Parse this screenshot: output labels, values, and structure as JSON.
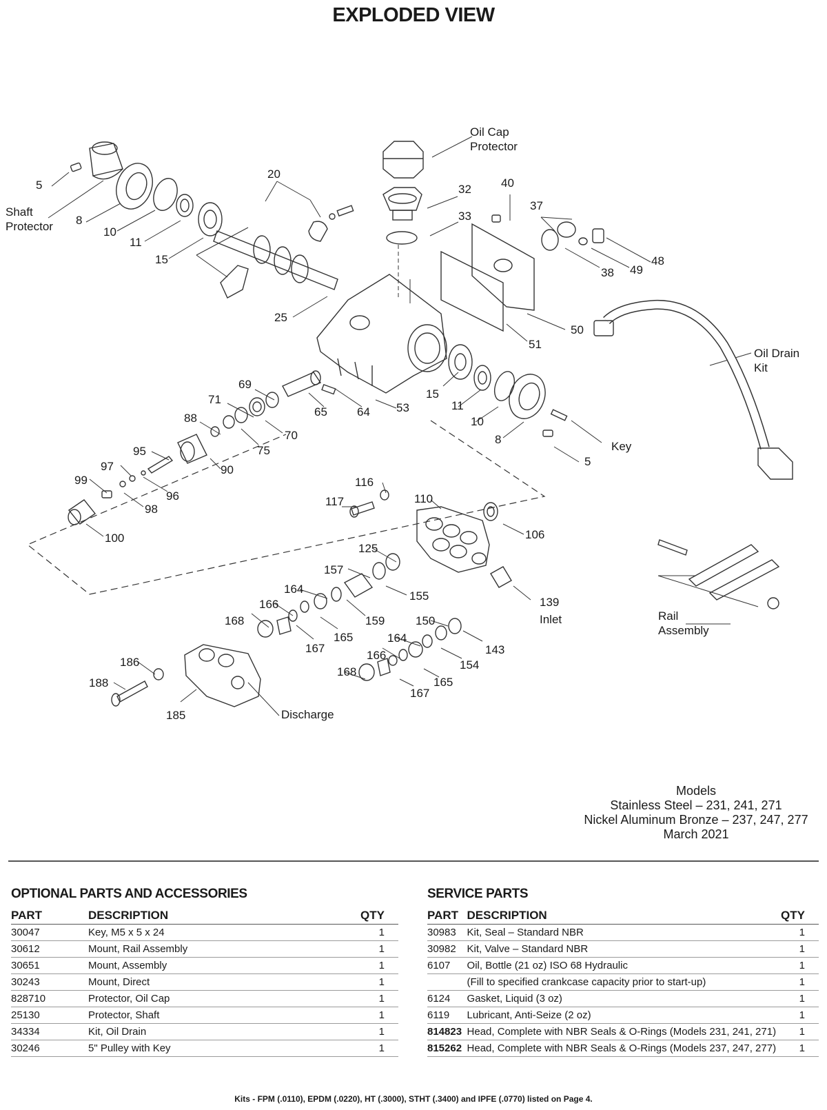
{
  "title": "EXPLODED VIEW",
  "callouts": [
    {
      "id": "5a",
      "text": "5"
    },
    {
      "id": "shaft-protector-1",
      "text": "Shaft"
    },
    {
      "id": "shaft-protector-2",
      "text": "Protector"
    },
    {
      "id": "8a",
      "text": "8"
    },
    {
      "id": "10a",
      "text": "10"
    },
    {
      "id": "11a",
      "text": "11"
    },
    {
      "id": "15a",
      "text": "15"
    },
    {
      "id": "20",
      "text": "20"
    },
    {
      "id": "25",
      "text": "25"
    },
    {
      "id": "oil-cap-1",
      "text": "Oil Cap"
    },
    {
      "id": "oil-cap-2",
      "text": "Protector"
    },
    {
      "id": "32",
      "text": "32"
    },
    {
      "id": "33",
      "text": "33"
    },
    {
      "id": "40",
      "text": "40"
    },
    {
      "id": "37",
      "text": "37"
    },
    {
      "id": "38",
      "text": "38"
    },
    {
      "id": "49",
      "text": "49"
    },
    {
      "id": "48",
      "text": "48"
    },
    {
      "id": "50",
      "text": "50"
    },
    {
      "id": "51",
      "text": "51"
    },
    {
      "id": "oil-drain-1",
      "text": "Oil Drain"
    },
    {
      "id": "oil-drain-2",
      "text": "Kit"
    },
    {
      "id": "69",
      "text": "69"
    },
    {
      "id": "71",
      "text": "71"
    },
    {
      "id": "65",
      "text": "65"
    },
    {
      "id": "64",
      "text": "64"
    },
    {
      "id": "53",
      "text": "53"
    },
    {
      "id": "15b",
      "text": "15"
    },
    {
      "id": "11b",
      "text": "11"
    },
    {
      "id": "10b",
      "text": "10"
    },
    {
      "id": "8b",
      "text": "8"
    },
    {
      "id": "key",
      "text": "Key"
    },
    {
      "id": "5b",
      "text": "5"
    },
    {
      "id": "88",
      "text": "88"
    },
    {
      "id": "70",
      "text": "70"
    },
    {
      "id": "75",
      "text": "75"
    },
    {
      "id": "95",
      "text": "95"
    },
    {
      "id": "90",
      "text": "90"
    },
    {
      "id": "97",
      "text": "97"
    },
    {
      "id": "99",
      "text": "99"
    },
    {
      "id": "96",
      "text": "96"
    },
    {
      "id": "98",
      "text": "98"
    },
    {
      "id": "100",
      "text": "100"
    },
    {
      "id": "116",
      "text": "116"
    },
    {
      "id": "117",
      "text": "117"
    },
    {
      "id": "110",
      "text": "110"
    },
    {
      "id": "106",
      "text": "106"
    },
    {
      "id": "125",
      "text": "125"
    },
    {
      "id": "157",
      "text": "157"
    },
    {
      "id": "155",
      "text": "155"
    },
    {
      "id": "164a",
      "text": "164"
    },
    {
      "id": "139",
      "text": "139"
    },
    {
      "id": "inlet",
      "text": "Inlet"
    },
    {
      "id": "166a",
      "text": "166"
    },
    {
      "id": "159",
      "text": "159"
    },
    {
      "id": "168a",
      "text": "168"
    },
    {
      "id": "165a",
      "text": "165"
    },
    {
      "id": "150",
      "text": "150"
    },
    {
      "id": "167a",
      "text": "167"
    },
    {
      "id": "164b",
      "text": "164"
    },
    {
      "id": "143",
      "text": "143"
    },
    {
      "id": "166b",
      "text": "166"
    },
    {
      "id": "154",
      "text": "154"
    },
    {
      "id": "186",
      "text": "186"
    },
    {
      "id": "168b",
      "text": "168"
    },
    {
      "id": "165b",
      "text": "165"
    },
    {
      "id": "188",
      "text": "188"
    },
    {
      "id": "167b",
      "text": "167"
    },
    {
      "id": "185",
      "text": "185"
    },
    {
      "id": "discharge",
      "text": "Discharge"
    },
    {
      "id": "rail-1",
      "text": "Rail"
    },
    {
      "id": "rail-2",
      "text": "Assembly"
    }
  ],
  "models": {
    "heading": "Models",
    "line1": "Stainless Steel – 231, 241, 271",
    "line2": "Nickel Aluminum Bronze – 237, 247, 277",
    "date": "March 2021"
  },
  "optional_parts": {
    "heading": "OPTIONAL PARTS AND ACCESSORIES",
    "columns": {
      "part": "PART",
      "description": "DESCRIPTION",
      "qty": "QTY"
    },
    "rows": [
      {
        "part": "30047",
        "description": "Key, M5 x 5 x 24",
        "qty": "1"
      },
      {
        "part": "30612",
        "description": "Mount, Rail Assembly",
        "qty": "1"
      },
      {
        "part": "30651",
        "description": "Mount, Assembly",
        "qty": "1"
      },
      {
        "part": "30243",
        "description": "Mount, Direct",
        "qty": "1"
      },
      {
        "part": "828710",
        "description": "Protector, Oil Cap",
        "qty": "1"
      },
      {
        "part": "25130",
        "description": "Protector, Shaft",
        "qty": "1"
      },
      {
        "part": "34334",
        "description": "Kit, Oil Drain",
        "qty": "1"
      },
      {
        "part": "30246",
        "description": "5\" Pulley with Key",
        "qty": "1"
      }
    ]
  },
  "service_parts": {
    "heading": "SERVICE PARTS",
    "columns": {
      "part": "PART",
      "description": "DESCRIPTION",
      "qty": "QTY"
    },
    "rows": [
      {
        "part": "30983",
        "description": "Kit, Seal – Standard NBR",
        "qty": "1",
        "bold": false
      },
      {
        "part": "30982",
        "description": "Kit, Valve – Standard NBR",
        "qty": "1",
        "bold": false
      },
      {
        "part": "6107",
        "description": "Oil, Bottle (21 oz) ISO 68 Hydraulic",
        "qty": "1",
        "bold": false
      },
      {
        "part": "",
        "description": "(Fill to specified crankcase capacity prior to start-up)",
        "qty": "1",
        "bold": false
      },
      {
        "part": "6124",
        "description": "Gasket, Liquid (3 oz)",
        "qty": "1",
        "bold": false
      },
      {
        "part": "6119",
        "description": "Lubricant, Anti-Seize (2 oz)",
        "qty": "1",
        "bold": false
      },
      {
        "part": "814823",
        "description": "Head, Complete with NBR Seals & O-Rings (Models 231, 241, 271)",
        "qty": "1",
        "bold": true
      },
      {
        "part": "815262",
        "description": "Head, Complete with NBR Seals & O-Rings (Models 237, 247, 277)",
        "qty": "1",
        "bold": true
      }
    ]
  },
  "footer": "Kits - FPM (.0110), EPDM (.0220), HT (.3000), STHT (.3400) and IPFE (.0770) listed on Page 4."
}
